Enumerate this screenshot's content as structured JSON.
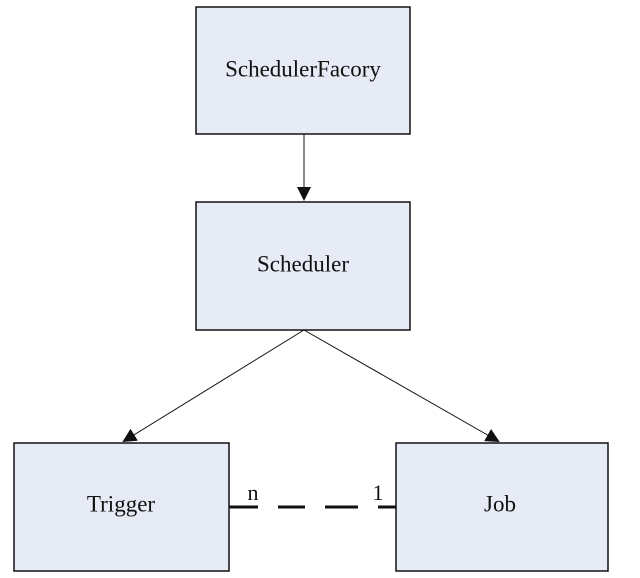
{
  "diagram": {
    "nodes": {
      "scheduler_factory": "SchedulerFacory",
      "scheduler": "Scheduler",
      "trigger": "Trigger",
      "job": "Job"
    },
    "association": {
      "trigger_multiplicity": "n",
      "job_multiplicity": "1"
    }
  },
  "colors": {
    "box_fill": "#e6ebf5",
    "stroke": "#111111"
  }
}
